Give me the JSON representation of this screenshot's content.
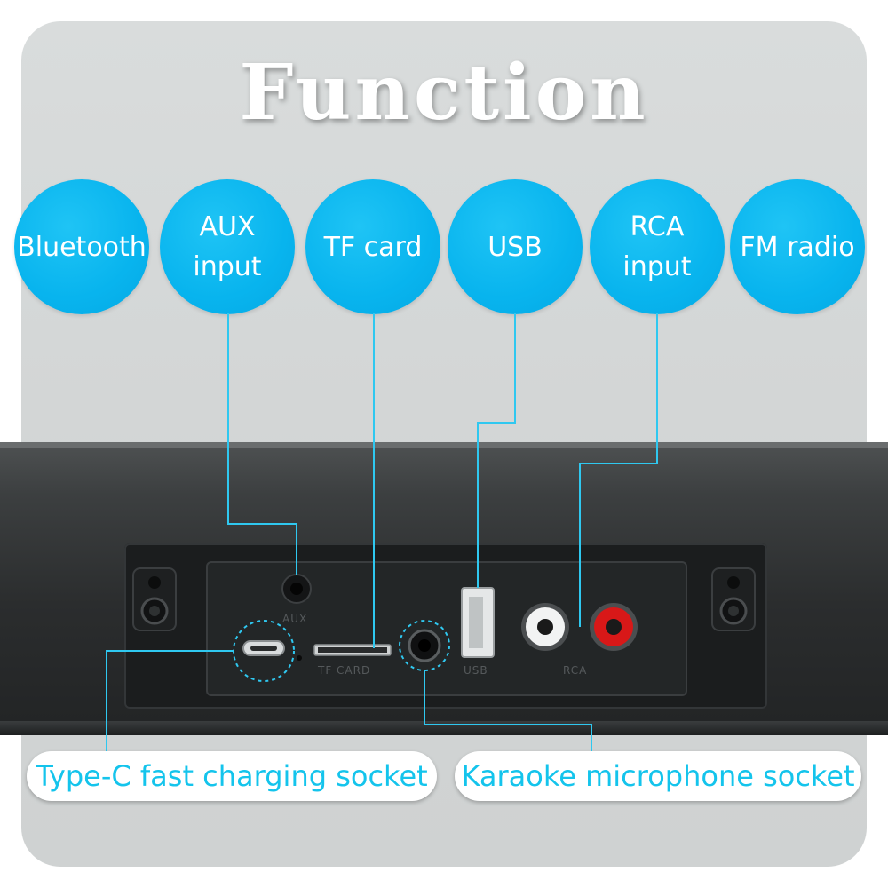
{
  "title": "Function",
  "features": [
    {
      "label": "Bluetooth"
    },
    {
      "label": "AUX\ninput"
    },
    {
      "label": "TF card"
    },
    {
      "label": "USB"
    },
    {
      "label": "RCA\ninput"
    },
    {
      "label": "FM radio"
    }
  ],
  "ports": {
    "aux": "AUX",
    "tf": "TF CARD",
    "usb": "USB",
    "rca": "RCA"
  },
  "callouts": {
    "typec": "Type-C fast charging socket",
    "karaoke": "Karaoke microphone socket"
  },
  "colors": {
    "accent": "#08b4ee",
    "callout_text": "#14c4ec",
    "connector_line": "#2fc8f0",
    "rca_left": "#ffffff",
    "rca_right": "#e01b1b"
  }
}
